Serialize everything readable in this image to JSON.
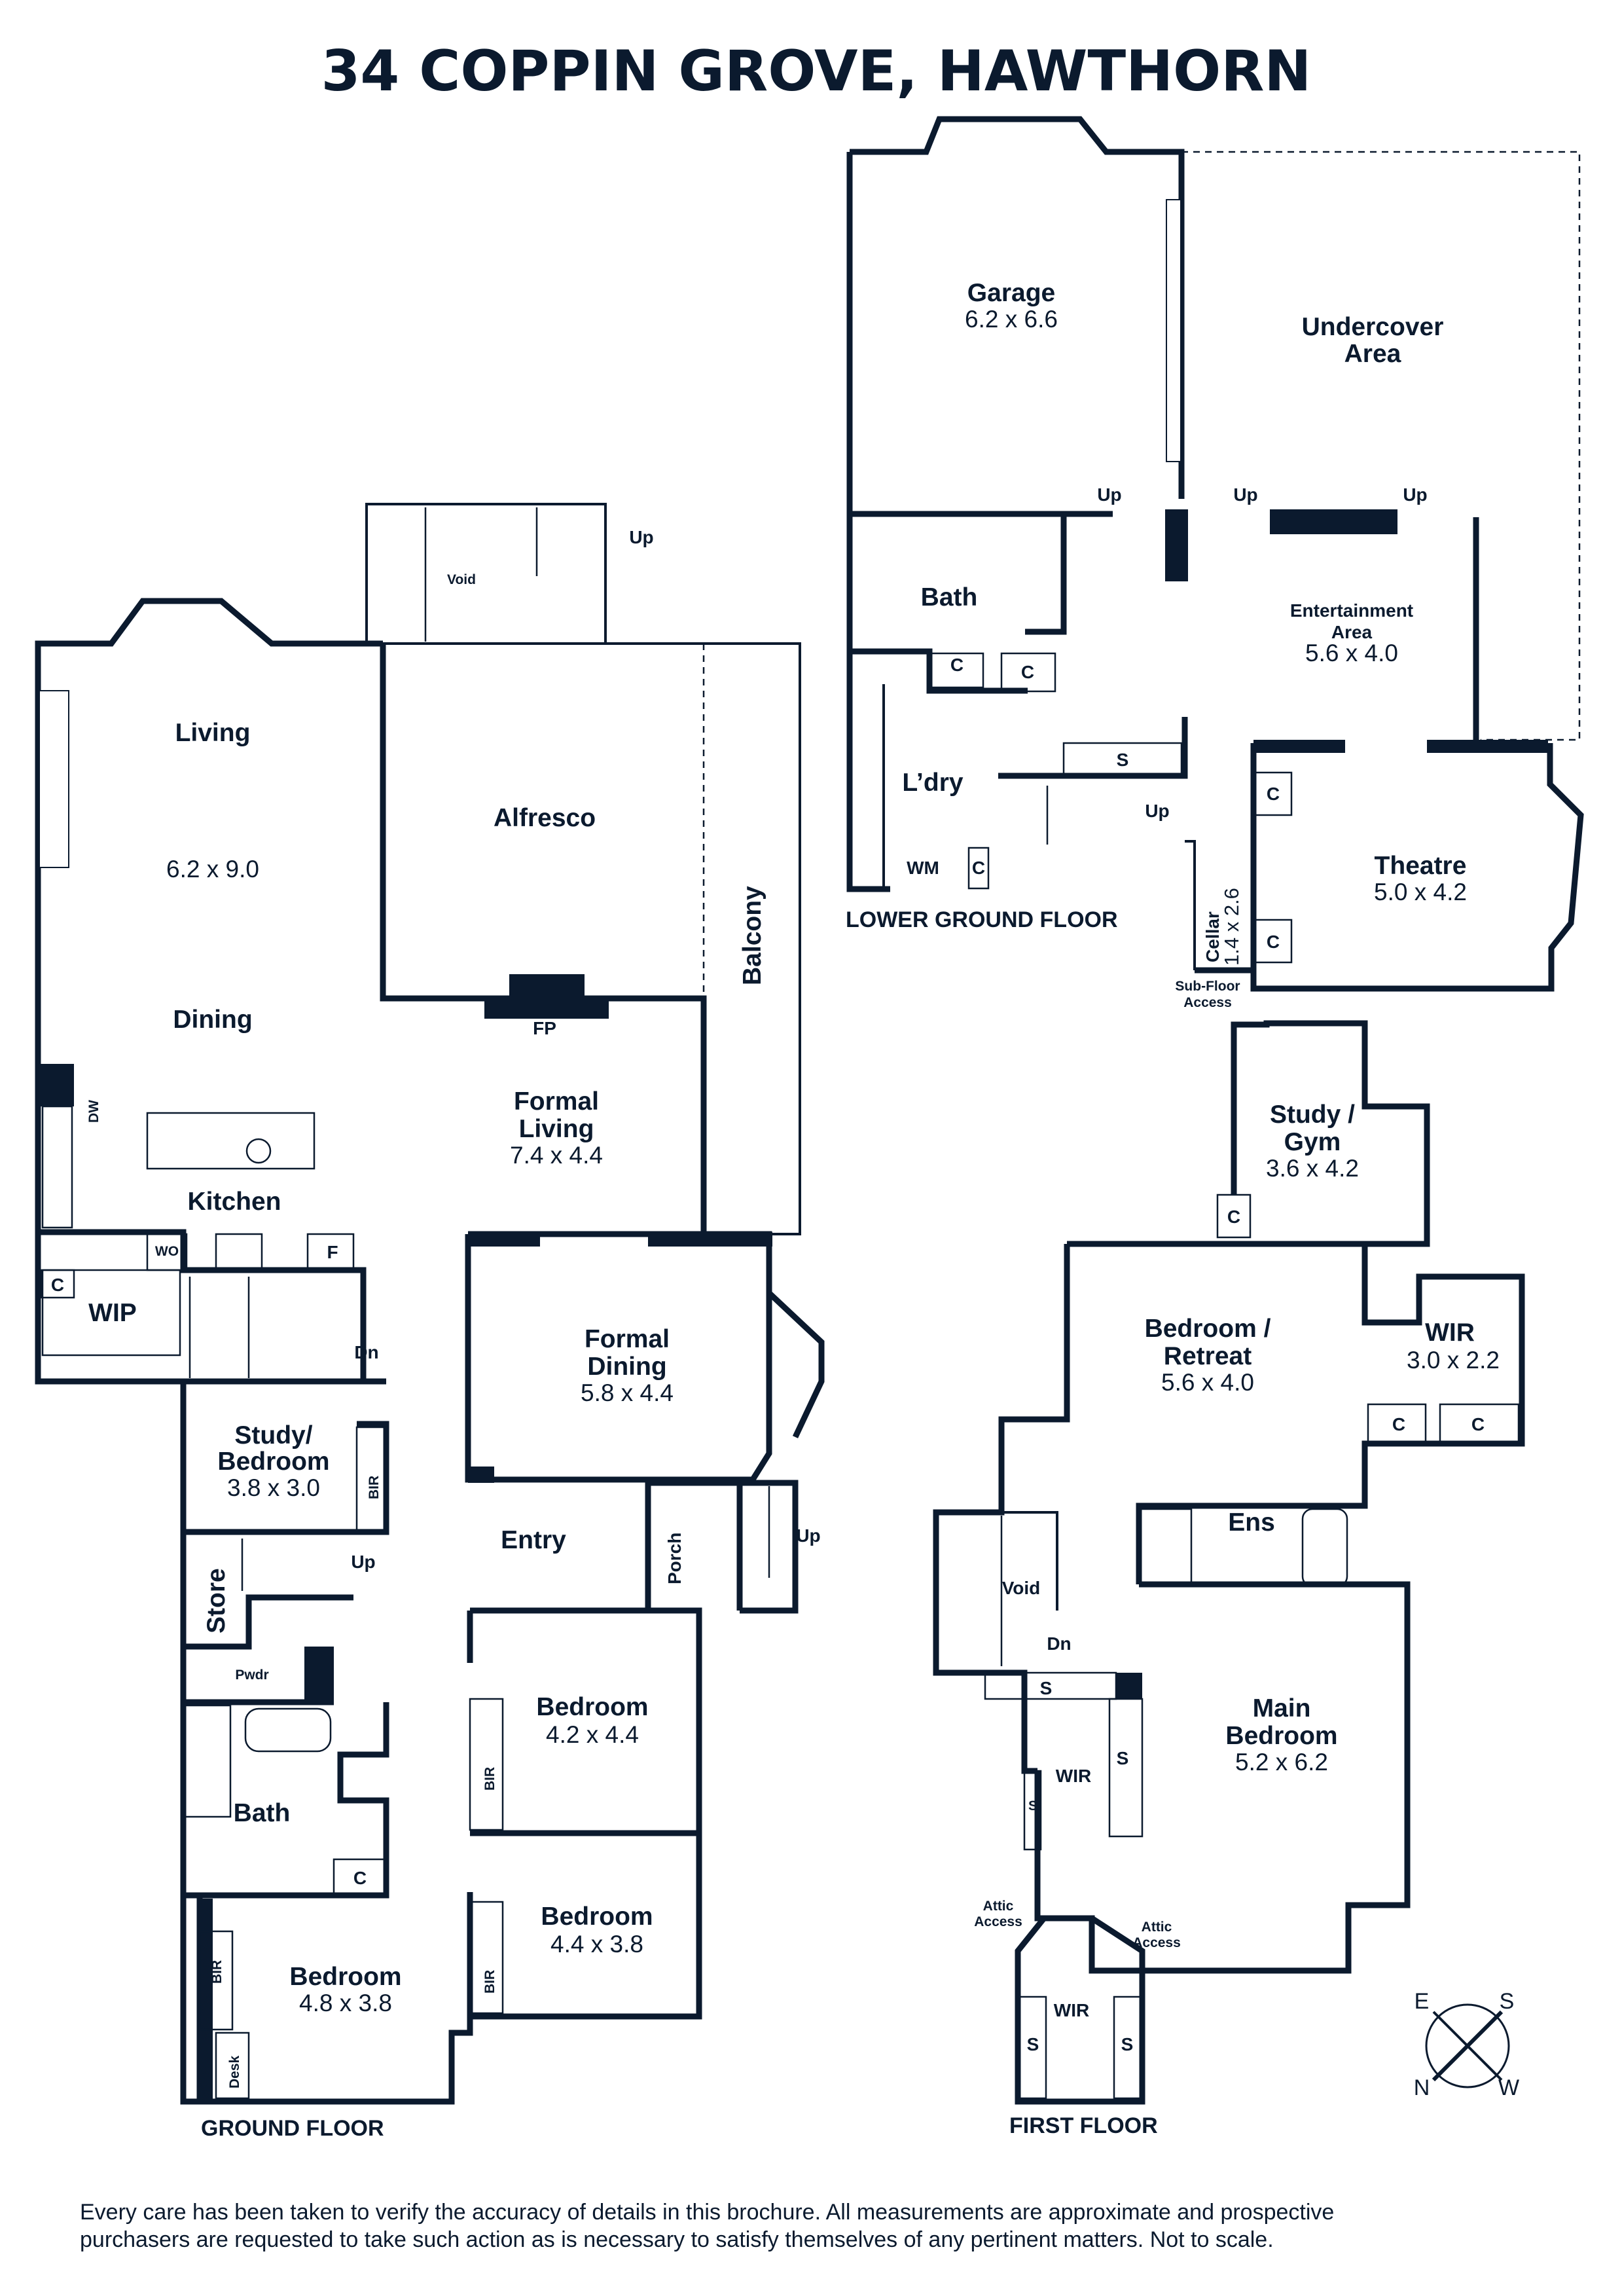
{
  "title": "34 COPPIN GROVE, HAWTHORN",
  "floors": {
    "lower": "LOWER GROUND FLOOR",
    "ground": "GROUND FLOOR",
    "first": "FIRST FLOOR"
  },
  "rooms": {
    "garage": {
      "name": "Garage",
      "dim": "6.2 x 6.6"
    },
    "undercover": {
      "line1": "Undercover",
      "line2": "Area"
    },
    "lg_bath": {
      "name": "Bath"
    },
    "entertainment": {
      "line1": "Entertainment",
      "line2": "Area",
      "dim": "5.6 x 4.0"
    },
    "laundry": {
      "name": "L’dry"
    },
    "theatre": {
      "name": "Theatre",
      "dim": "5.0 x 4.2"
    },
    "cellar": {
      "name": "Cellar",
      "dim": "1.4 x 2.6"
    },
    "subfloor": {
      "line1": "Sub-Floor",
      "line2": "Access"
    },
    "living": {
      "name": "Living",
      "dim": "6.2 x 9.0"
    },
    "dining": {
      "name": "Dining"
    },
    "kitchen": {
      "name": "Kitchen"
    },
    "alfresco": {
      "name": "Alfresco"
    },
    "balcony": {
      "name": "Balcony"
    },
    "formal_living": {
      "line1": "Formal",
      "line2": "Living",
      "dim": "7.4 x 4.4"
    },
    "formal_dining": {
      "line1": "Formal",
      "line2": "Dining",
      "dim": "5.8 x 4.4"
    },
    "wip": {
      "name": "WIP"
    },
    "study_bed": {
      "line1": "Study/",
      "line2": "Bedroom",
      "dim": "3.8 x 3.0"
    },
    "entry": {
      "name": "Entry"
    },
    "porch": {
      "name": "Porch"
    },
    "store": {
      "name": "Store"
    },
    "pwdr": {
      "name": "Pwdr"
    },
    "bath": {
      "name": "Bath"
    },
    "bed2": {
      "name": "Bedroom",
      "dim": "4.2 x 4.4"
    },
    "bed3": {
      "name": "Bedroom",
      "dim": "4.4 x 3.8"
    },
    "bed4": {
      "name": "Bedroom",
      "dim": "4.8 x 3.8"
    },
    "desk": {
      "name": "Desk"
    },
    "study_gym": {
      "line1": "Study /",
      "line2": "Gym",
      "dim": "3.6 x 4.2"
    },
    "retreat": {
      "line1": "Bedroom /",
      "line2": "Retreat",
      "dim": "5.6 x 4.0"
    },
    "wir_1": {
      "name": "WIR",
      "dim": "3.0 x 2.2"
    },
    "ens": {
      "name": "Ens"
    },
    "void": {
      "name": "Void"
    },
    "main_bed": {
      "line1": "Main",
      "line2": "Bedroom",
      "dim": "5.2 x 6.2"
    },
    "wir_2": {
      "name": "WIR"
    },
    "wir_3": {
      "name": "WIR"
    },
    "attic1": {
      "line1": "Attic",
      "line2": "Access"
    },
    "attic2": {
      "line1": "Attic",
      "line2": "Access"
    }
  },
  "labels": {
    "up": "Up",
    "dn": "Dn",
    "c": "C",
    "s": "S",
    "wm": "WM",
    "wo": "WO",
    "f": "F",
    "dw": "DW",
    "bir": "BIR",
    "fp": "FP",
    "void_small": "Void"
  },
  "compass": {
    "e": "E",
    "s": "S",
    "n": "N",
    "w": "W"
  },
  "disclaimer": {
    "line1": "Every care has been taken to verify the accuracy of details in this brochure. All measurements are approximate and prospective",
    "line2": "purchasers are requested to take such action as is necessary to satisfy themselves of any pertinent matters. Not to scale."
  }
}
